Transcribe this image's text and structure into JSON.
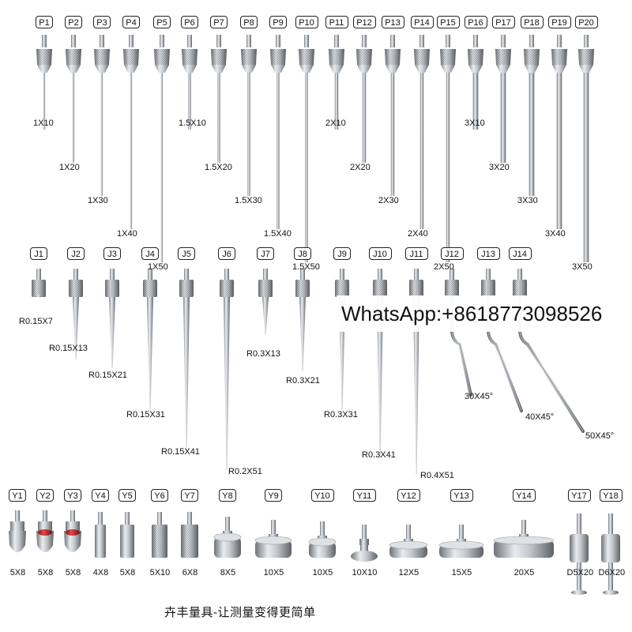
{
  "banner": "WhatsApp:+8618773098526",
  "footer": "卉丰量具-让测量变得更简单",
  "rows": {
    "p": [
      {
        "tag": "P1",
        "spec": "1X10"
      },
      {
        "tag": "P2",
        "spec": "1X20"
      },
      {
        "tag": "P3",
        "spec": "1X30"
      },
      {
        "tag": "P4",
        "spec": "1X40"
      },
      {
        "tag": "P5",
        "spec": "1X50"
      },
      {
        "tag": "P6",
        "spec": "1.5X10"
      },
      {
        "tag": "P7",
        "spec": "1.5X20"
      },
      {
        "tag": "P8",
        "spec": "1.5X30"
      },
      {
        "tag": "P9",
        "spec": "1.5X40"
      },
      {
        "tag": "P10",
        "spec": "1.5X50"
      },
      {
        "tag": "P11",
        "spec": "2X10"
      },
      {
        "tag": "P12",
        "spec": "2X20"
      },
      {
        "tag": "P13",
        "spec": "2X30"
      },
      {
        "tag": "P14",
        "spec": "2X40"
      },
      {
        "tag": "P15",
        "spec": "2X50"
      },
      {
        "tag": "P16",
        "spec": "3X10"
      },
      {
        "tag": "P17",
        "spec": "3X20"
      },
      {
        "tag": "P18",
        "spec": "3X30"
      },
      {
        "tag": "P19",
        "spec": "3X40"
      },
      {
        "tag": "P20",
        "spec": "3X50"
      }
    ],
    "j": [
      {
        "tag": "J1",
        "spec": "R0.15X7"
      },
      {
        "tag": "J2",
        "spec": "R0.15X13"
      },
      {
        "tag": "J3",
        "spec": "R0.15X21"
      },
      {
        "tag": "J4",
        "spec": "R0.15X31"
      },
      {
        "tag": "J5",
        "spec": "R0.15X41"
      },
      {
        "tag": "J6",
        "spec": "R0.2X51"
      },
      {
        "tag": "J7",
        "spec": "R0.3X13"
      },
      {
        "tag": "J8",
        "spec": "R0.3X21"
      },
      {
        "tag": "J9",
        "spec": "R0.3X31"
      },
      {
        "tag": "J10",
        "spec": "R0.3X41"
      },
      {
        "tag": "J11",
        "spec": "R0.4X51"
      },
      {
        "tag": "J12",
        "spec": "30X45°"
      },
      {
        "tag": "J13",
        "spec": "40X45°"
      },
      {
        "tag": "J14",
        "spec": "50X45°"
      }
    ],
    "y": [
      {
        "tag": "Y1",
        "spec": "5X8"
      },
      {
        "tag": "Y2",
        "spec": "5X8"
      },
      {
        "tag": "Y3",
        "spec": "5X8"
      },
      {
        "tag": "Y4",
        "spec": "4X8"
      },
      {
        "tag": "Y5",
        "spec": "5X8"
      },
      {
        "tag": "Y6",
        "spec": "5X10"
      },
      {
        "tag": "Y7",
        "spec": "6X8"
      },
      {
        "tag": "Y8",
        "spec": "8X5"
      },
      {
        "tag": "Y9",
        "spec": "10X5"
      },
      {
        "tag": "Y10",
        "spec": "10X5"
      },
      {
        "tag": "Y11",
        "spec": "10X10"
      },
      {
        "tag": "Y12",
        "spec": "12X5"
      },
      {
        "tag": "Y13",
        "spec": "15X5"
      },
      {
        "tag": "Y14",
        "spec": "20X5"
      },
      {
        "tag": "Y17",
        "spec": "D5X20"
      },
      {
        "tag": "Y18",
        "spec": "D6X20"
      }
    ]
  }
}
